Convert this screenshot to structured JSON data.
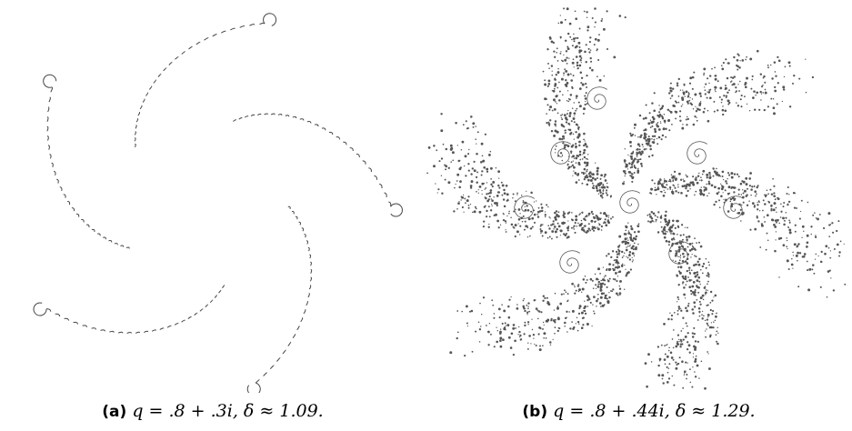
{
  "figures": [
    {
      "tag": "(a)",
      "formula": "q = .8 + .3i, δ ≈ 1.09.",
      "render": {
        "style": "sparse-spirals",
        "arms": 5,
        "color": "#444444"
      }
    },
    {
      "tag": "(b)",
      "formula": "q = .8 + .44i, δ ≈ 1.29.",
      "render": {
        "style": "dense-fractal",
        "arms": 6,
        "color": "#555555"
      }
    }
  ]
}
